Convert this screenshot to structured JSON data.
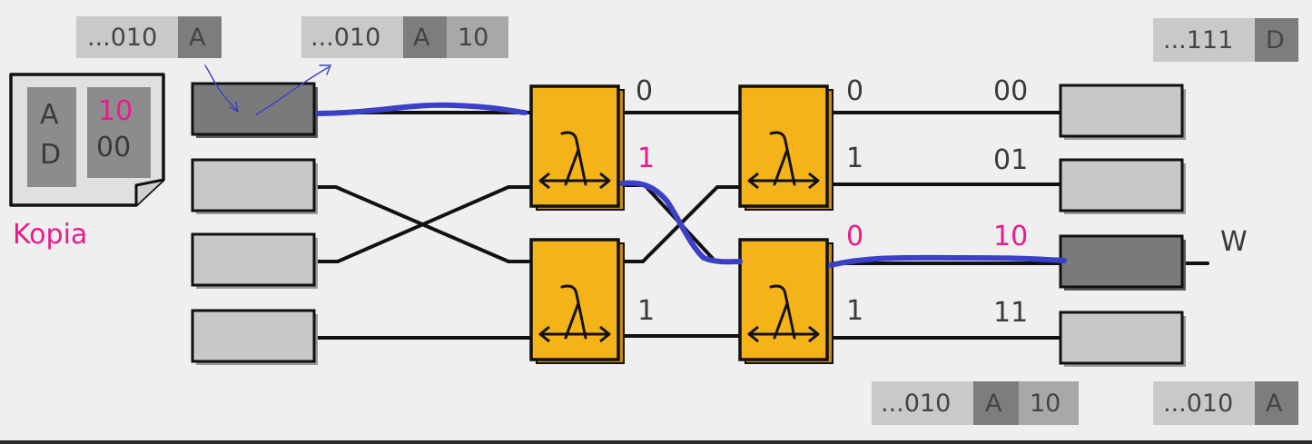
{
  "colors": {
    "background": "#efefef",
    "pink": "#ec1a8c",
    "path_blue": "#3b40c6",
    "switch_orange": "#f5b31a",
    "input_dark": "#7a7a7a",
    "input_light": "#c8c8c8",
    "tag_light": "#c9c9c9",
    "tag_dark": "#7d7d7d",
    "tag_pink_bg": "#a8a8a8"
  },
  "packets": {
    "input_top": {
      "addr": "...010",
      "data": "A"
    },
    "input_routed": {
      "addr": "...010",
      "data": "A",
      "route": "10"
    },
    "top_right": {
      "addr": "...111",
      "data": "D"
    },
    "bottom_mid": {
      "addr": "...010",
      "data": "A",
      "route": "10"
    },
    "bottom_right": {
      "addr": "...010",
      "data": "A"
    }
  },
  "copy_doc": {
    "label": "Kopia",
    "rows": [
      {
        "key": "A",
        "value": "10"
      },
      {
        "key": "D",
        "value": "00"
      }
    ]
  },
  "stage1_ports": {
    "top_0": "0",
    "top_1": "1",
    "bottom_1": "1"
  },
  "stage2_ports": {
    "top_0": "0",
    "top_1": "1",
    "bottom_0": "0",
    "bottom_1": "1"
  },
  "outputs": [
    "00",
    "01",
    "10",
    "11"
  ],
  "output_marker": "W",
  "switch_icon": "lambda-switch-icon"
}
